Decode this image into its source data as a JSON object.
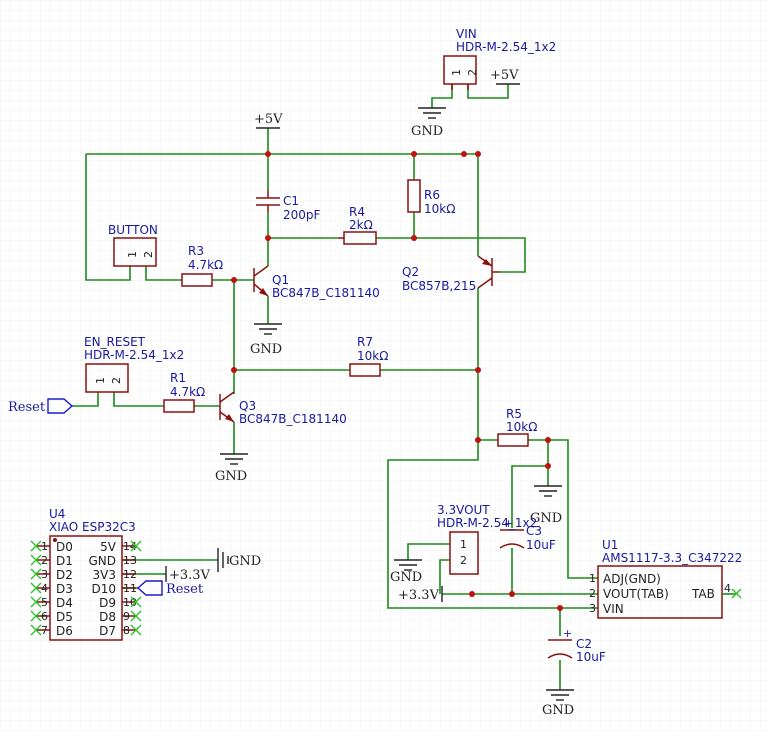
{
  "power": {
    "p5v_vin": "+5V",
    "p5v_top": "+5V",
    "gnd": "GND",
    "p3v3": "+3.3V"
  },
  "net_labels": {
    "reset": "Reset"
  },
  "components": {
    "vin": {
      "ref": "VIN",
      "value": "HDR-M-2.54_1x2",
      "pins": [
        "1",
        "2"
      ]
    },
    "button": {
      "ref": "BUTTON",
      "pins": [
        "1",
        "2"
      ]
    },
    "en_reset": {
      "ref": "EN_RESET",
      "value": "HDR-M-2.54_1x2",
      "pins": [
        "1",
        "2"
      ]
    },
    "c1": {
      "ref": "C1",
      "value": "200pF"
    },
    "r6": {
      "ref": "R6",
      "value": "10kΩ"
    },
    "r4": {
      "ref": "R4",
      "value": "2kΩ"
    },
    "r3": {
      "ref": "R3",
      "value": "4.7kΩ"
    },
    "q1": {
      "ref": "Q1",
      "value": "BC847B_C181140"
    },
    "q2": {
      "ref": "Q2",
      "value": "BC857B,215"
    },
    "r7": {
      "ref": "R7",
      "value": "10kΩ"
    },
    "r1": {
      "ref": "R1",
      "value": "4.7kΩ"
    },
    "q3": {
      "ref": "Q3",
      "value": "BC847B_C181140"
    },
    "r5": {
      "ref": "R5",
      "value": "10kΩ"
    },
    "out33": {
      "ref": "3.3VOUT",
      "value": "HDR-M-2.54_1x2",
      "pins": [
        "1",
        "2"
      ]
    },
    "c3": {
      "ref": "C3",
      "value": "10uF"
    },
    "c2": {
      "ref": "C2",
      "value": "10uF"
    },
    "u1": {
      "ref": "U1",
      "value": "AMS1117-3.3_C347222",
      "pins": [
        {
          "num": "1",
          "name": "ADJ(GND)"
        },
        {
          "num": "2",
          "name": "VOUT(TAB)"
        },
        {
          "num": "3",
          "name": "VIN"
        },
        {
          "num": "4",
          "name": "TAB"
        }
      ]
    },
    "u4": {
      "ref": "U4",
      "value": "XIAO ESP32C3",
      "left": [
        {
          "num": "1",
          "name": "D0"
        },
        {
          "num": "2",
          "name": "D1"
        },
        {
          "num": "3",
          "name": "D2"
        },
        {
          "num": "4",
          "name": "D3"
        },
        {
          "num": "5",
          "name": "D4"
        },
        {
          "num": "6",
          "name": "D5"
        },
        {
          "num": "7",
          "name": "D6"
        }
      ],
      "right": [
        {
          "num": "14",
          "name": "5V"
        },
        {
          "num": "13",
          "name": "GND"
        },
        {
          "num": "12",
          "name": "3V3"
        },
        {
          "num": "11",
          "name": "D10"
        },
        {
          "num": "10",
          "name": "D9"
        },
        {
          "num": "9",
          "name": "D8"
        },
        {
          "num": "8",
          "name": "D7"
        }
      ]
    }
  }
}
